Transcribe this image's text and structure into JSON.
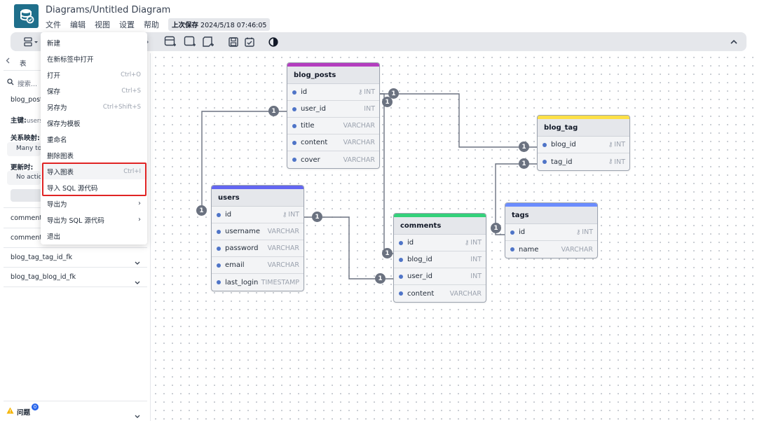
{
  "app": {
    "title": "Diagrams/Untitled Diagram",
    "menu": [
      "文件",
      "编辑",
      "视图",
      "设置",
      "帮助"
    ],
    "last_save_label": "上次保存",
    "last_save_time": "2024/5/18 07:46:05"
  },
  "file_menu": {
    "items": [
      {
        "label": "新建",
        "shortcut": ""
      },
      {
        "label": "在新标签中打开",
        "shortcut": ""
      },
      {
        "label": "打开",
        "shortcut": "Ctrl+O"
      },
      {
        "label": "保存",
        "shortcut": "Ctrl+S"
      },
      {
        "label": "另存为",
        "shortcut": "Ctrl+Shift+S"
      },
      {
        "label": "保存为模板",
        "shortcut": ""
      },
      {
        "label": "重命名",
        "shortcut": ""
      },
      {
        "label": "删除图表",
        "shortcut": ""
      },
      {
        "label": "导入图表",
        "shortcut": "Ctrl+I"
      },
      {
        "label": "导入 SQL 源代码",
        "shortcut": ""
      },
      {
        "label": "导出为",
        "shortcut": ""
      },
      {
        "label": "导出为 SQL 源代码",
        "shortcut": ""
      },
      {
        "label": "退出",
        "shortcut": ""
      }
    ]
  },
  "sidebar": {
    "tab_label": "表",
    "search_placeholder": "搜索...",
    "blog_posts_label": "blog_posts",
    "primary_key_label": "主键:",
    "primary_key_value": "users",
    "relationship_label": "关系映射:",
    "relationship_value": "Many to",
    "on_update_label": "更新时:",
    "on_update_value": "No actio",
    "relations": [
      "comments",
      "comments",
      "blog_tag_tag_id_fk",
      "blog_tag_blog_id_fk"
    ],
    "issues_label": "问题",
    "issues_count": "0"
  },
  "tables": {
    "blog_posts": {
      "name": "blog_posts",
      "color": "#b43ebf",
      "fields": [
        {
          "name": "id",
          "type": "INT",
          "key": true
        },
        {
          "name": "user_id",
          "type": "INT",
          "key": false
        },
        {
          "name": "title",
          "type": "VARCHAR",
          "key": false
        },
        {
          "name": "content",
          "type": "VARCHAR",
          "key": false
        },
        {
          "name": "cover",
          "type": "VARCHAR",
          "key": false
        }
      ]
    },
    "users": {
      "name": "users",
      "color": "#6366f1",
      "fields": [
        {
          "name": "id",
          "type": "INT",
          "key": true
        },
        {
          "name": "username",
          "type": "VARCHAR",
          "key": false
        },
        {
          "name": "password",
          "type": "VARCHAR",
          "key": false
        },
        {
          "name": "email",
          "type": "VARCHAR",
          "key": false
        },
        {
          "name": "last_login",
          "type": "TIMESTAMP",
          "key": false
        }
      ]
    },
    "comments": {
      "name": "comments",
      "color": "#34d17a",
      "fields": [
        {
          "name": "id",
          "type": "INT",
          "key": true
        },
        {
          "name": "blog_id",
          "type": "INT",
          "key": false
        },
        {
          "name": "user_id",
          "type": "INT",
          "key": false
        },
        {
          "name": "content",
          "type": "VARCHAR",
          "key": false
        }
      ]
    },
    "blog_tag": {
      "name": "blog_tag",
      "color": "#fde047",
      "fields": [
        {
          "name": "blog_id",
          "type": "INT",
          "key": true
        },
        {
          "name": "tag_id",
          "type": "INT",
          "key": true
        }
      ]
    },
    "tags": {
      "name": "tags",
      "color": "#6b8cff",
      "fields": [
        {
          "name": "id",
          "type": "INT",
          "key": true
        },
        {
          "name": "name",
          "type": "VARCHAR",
          "key": false
        }
      ]
    }
  },
  "relationship_badge": "1",
  "icons": [
    "database-logo-icon",
    "table-layout-icon",
    "add-table-icon",
    "add-area-icon",
    "add-note-icon",
    "save-icon",
    "calendar-check-icon",
    "theme-contrast-icon",
    "collapse-up-icon",
    "search-icon",
    "back-chevron-icon",
    "warning-icon",
    "key-icon"
  ]
}
